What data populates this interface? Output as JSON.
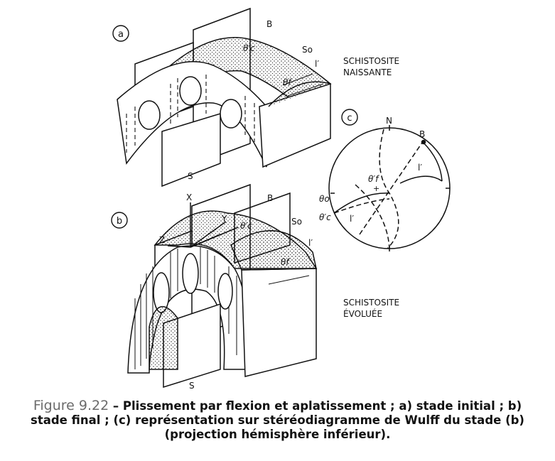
{
  "labels": {
    "panel_a": "a",
    "panel_b": "b",
    "panel_c": "c",
    "B": "B",
    "So": "So",
    "l_prime": "l′",
    "theta_c": "θ′c",
    "theta_f": "θf",
    "theta_f_prime": "θ′f",
    "theta_o": "θo",
    "theta_c_prime": "θ′c",
    "S": "S",
    "N": "N",
    "X": "X",
    "Y": "Y",
    "Z": "Z",
    "schist_a_line1": "SCHISTOSITE",
    "schist_a_line2": "NAISSANTE",
    "schist_b_line1": "SCHISTOSITE",
    "schist_b_line2": "ÉVOLUÉE"
  },
  "caption": {
    "figure_number": "Figure 9.22",
    "text": " – Plissement par flexion et aplatissement ; a) stade initial ; b) stade final ; (c) représentation sur stéréodiagramme de Wulff du stade (b) (projection hémisphère inférieur)."
  }
}
